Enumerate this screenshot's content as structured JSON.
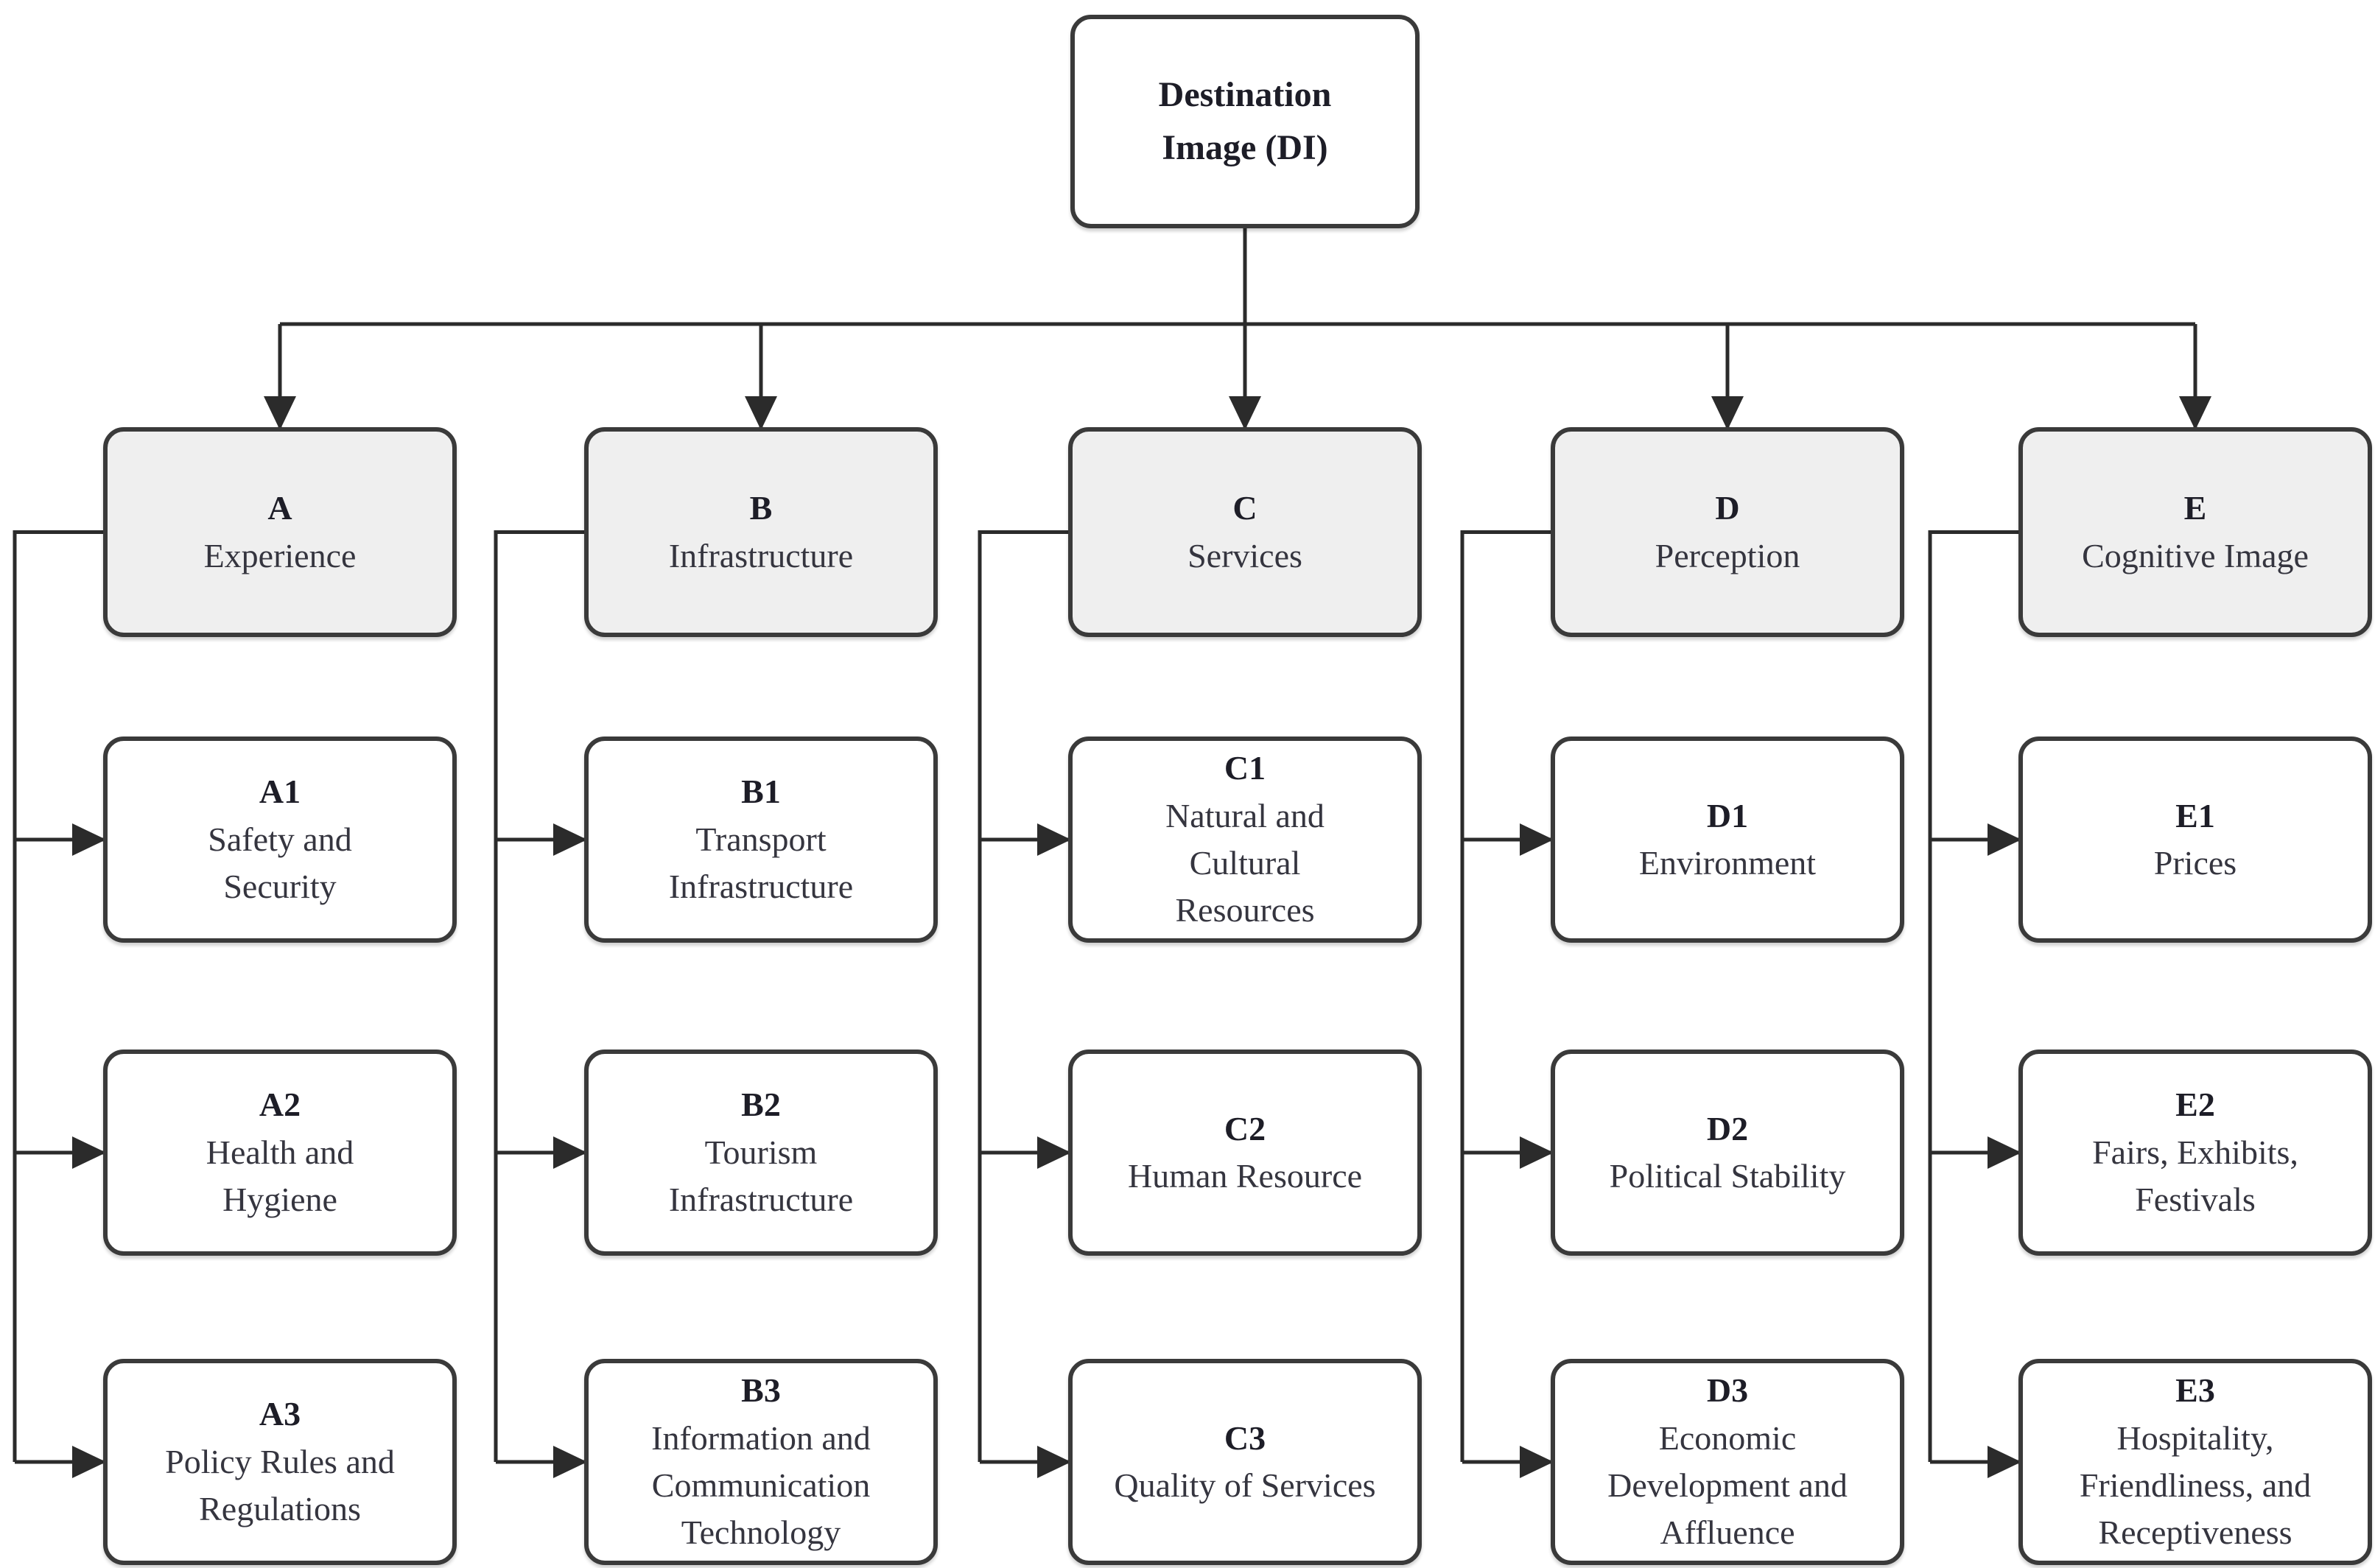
{
  "title": "Destination Image (DI) hierarchy diagram",
  "root": {
    "label": "Destination Image (DI)",
    "lines": [
      "Destination",
      "Image (DI)"
    ]
  },
  "columns": [
    {
      "code": "A",
      "label": "Experience",
      "children": [
        {
          "code": "A1",
          "label": "Safety and Security",
          "lines": [
            "Safety and",
            "Security"
          ]
        },
        {
          "code": "A2",
          "label": "Health and Hygiene",
          "lines": [
            "Health and",
            "Hygiene"
          ]
        },
        {
          "code": "A3",
          "label": "Policy Rules and Regulations",
          "lines": [
            "Policy Rules and",
            "Regulations"
          ]
        }
      ]
    },
    {
      "code": "B",
      "label": "Infrastructure",
      "children": [
        {
          "code": "B1",
          "label": "Transport Infrastructure",
          "lines": [
            "Transport",
            "Infrastructure"
          ]
        },
        {
          "code": "B2",
          "label": "Tourism Infrastructure",
          "lines": [
            "Tourism",
            "Infrastructure"
          ]
        },
        {
          "code": "B3",
          "label": "Information and Communication Technology",
          "lines": [
            "Information and",
            "Communication",
            "Technology"
          ]
        }
      ]
    },
    {
      "code": "C",
      "label": "Services",
      "children": [
        {
          "code": "C1",
          "label": "Natural and Cultural Resources",
          "lines": [
            "Natural and",
            "Cultural",
            "Resources"
          ]
        },
        {
          "code": "C2",
          "label": "Human Resource",
          "lines": [
            "Human Resource"
          ]
        },
        {
          "code": "C3",
          "label": "Quality of Services",
          "lines": [
            "Quality of Services"
          ]
        }
      ]
    },
    {
      "code": "D",
      "label": "Perception",
      "children": [
        {
          "code": "D1",
          "label": "Environment",
          "lines": [
            "Environment"
          ]
        },
        {
          "code": "D2",
          "label": "Political Stability",
          "lines": [
            "Political Stability"
          ]
        },
        {
          "code": "D3",
          "label": "Economic Development and Affluence",
          "lines": [
            "Economic",
            "Development and",
            "Affluence"
          ]
        }
      ]
    },
    {
      "code": "E",
      "label": "Cognitive Image",
      "children": [
        {
          "code": "E1",
          "label": "Prices",
          "lines": [
            "Prices"
          ]
        },
        {
          "code": "E2",
          "label": "Fairs, Exhibits, Festivals",
          "lines": [
            "Fairs, Exhibits,",
            "Festivals"
          ]
        },
        {
          "code": "E3",
          "label": "Hospitality, Friendliness, and Receptiveness",
          "lines": [
            "Hospitality,",
            "Friendliness, and",
            "Receptiveness"
          ]
        }
      ]
    }
  ],
  "colors": {
    "border": "#3a3a3a",
    "box_fill": "#ffffff",
    "header_fill": "#efefef",
    "code_text": "#1d1d27",
    "label_text": "#35353f",
    "connector": "#2b2b2b",
    "background": "#ffffff"
  }
}
